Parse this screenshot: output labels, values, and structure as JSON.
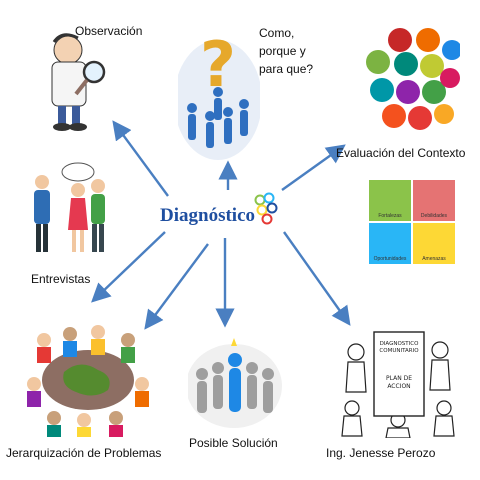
{
  "center": {
    "title": "Diagnóstico"
  },
  "nodes": {
    "observacion": "Observación",
    "como": [
      "Como,",
      "porque y",
      "para que?"
    ],
    "evaluacion": "Evaluación del Contexto",
    "entrevistas": "Entrevistas",
    "jerarquizacion": "Jerarquización de Problemas",
    "posible": "Posible Solución",
    "ingeniero": "Ing. Jenesse Perozo"
  },
  "swot": {
    "fortalezas": "Fortalezas",
    "debilidades": "Debilidades",
    "oportunidades": "Oportunidades",
    "amenazas": "Amenazas"
  },
  "sign": {
    "line1": "DIAGNOSTICO",
    "line2": "COMUNITARIO",
    "plan1": "PLAN DE",
    "plan2": "ACCION"
  },
  "colors": {
    "arrow": "#4a7fc1",
    "title": "#1f4fa0",
    "fortalezas": "#8bc34a",
    "debilidades": "#e57373",
    "oportunidades": "#29b6f6",
    "amenazas": "#fdd835"
  }
}
